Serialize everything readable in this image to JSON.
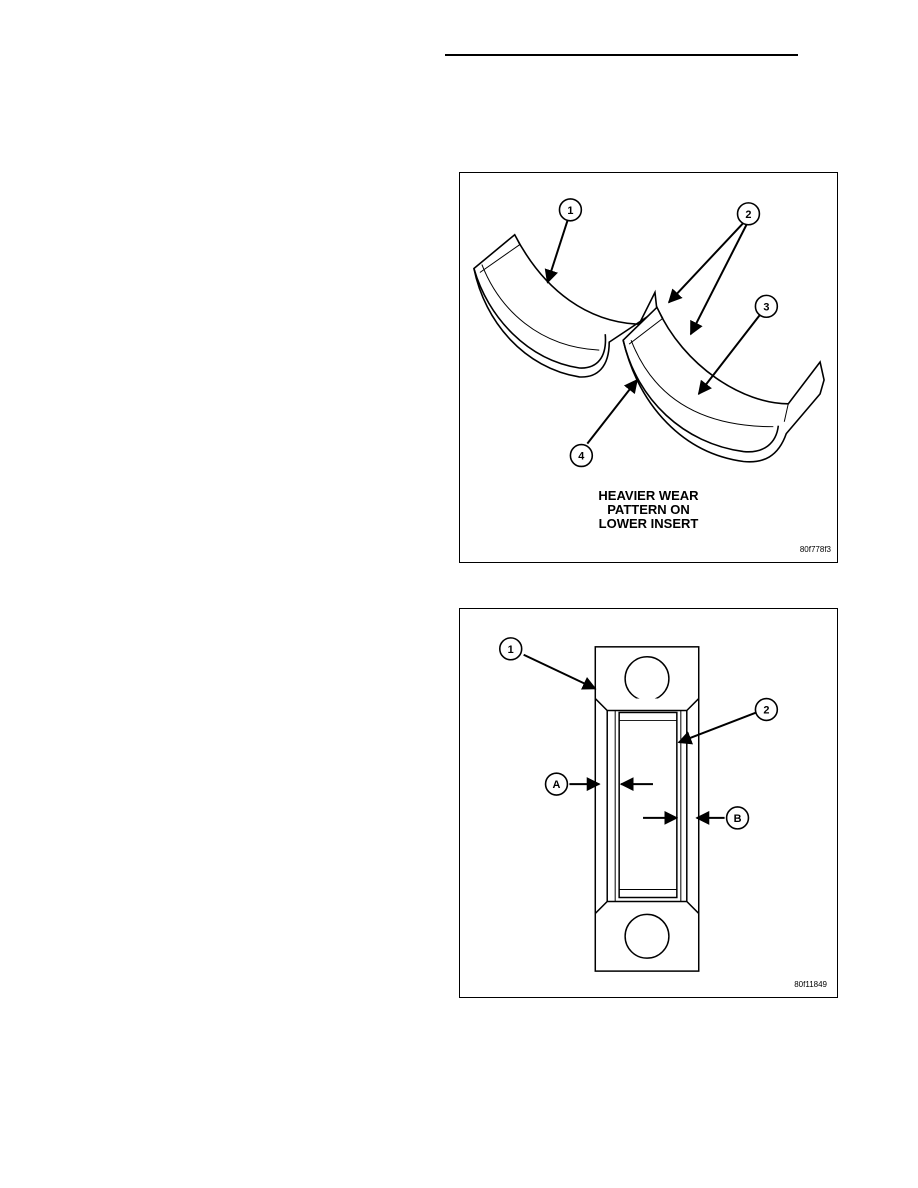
{
  "figure1": {
    "callouts": [
      "1",
      "2",
      "3",
      "4"
    ],
    "caption_lines": [
      "HEAVIER WEAR",
      "PATTERN ON",
      "LOWER INSERT"
    ],
    "figure_id": "80f778f3"
  },
  "figure2": {
    "callouts": [
      "1",
      "2",
      "A",
      "B"
    ],
    "figure_id": "80f11849"
  }
}
